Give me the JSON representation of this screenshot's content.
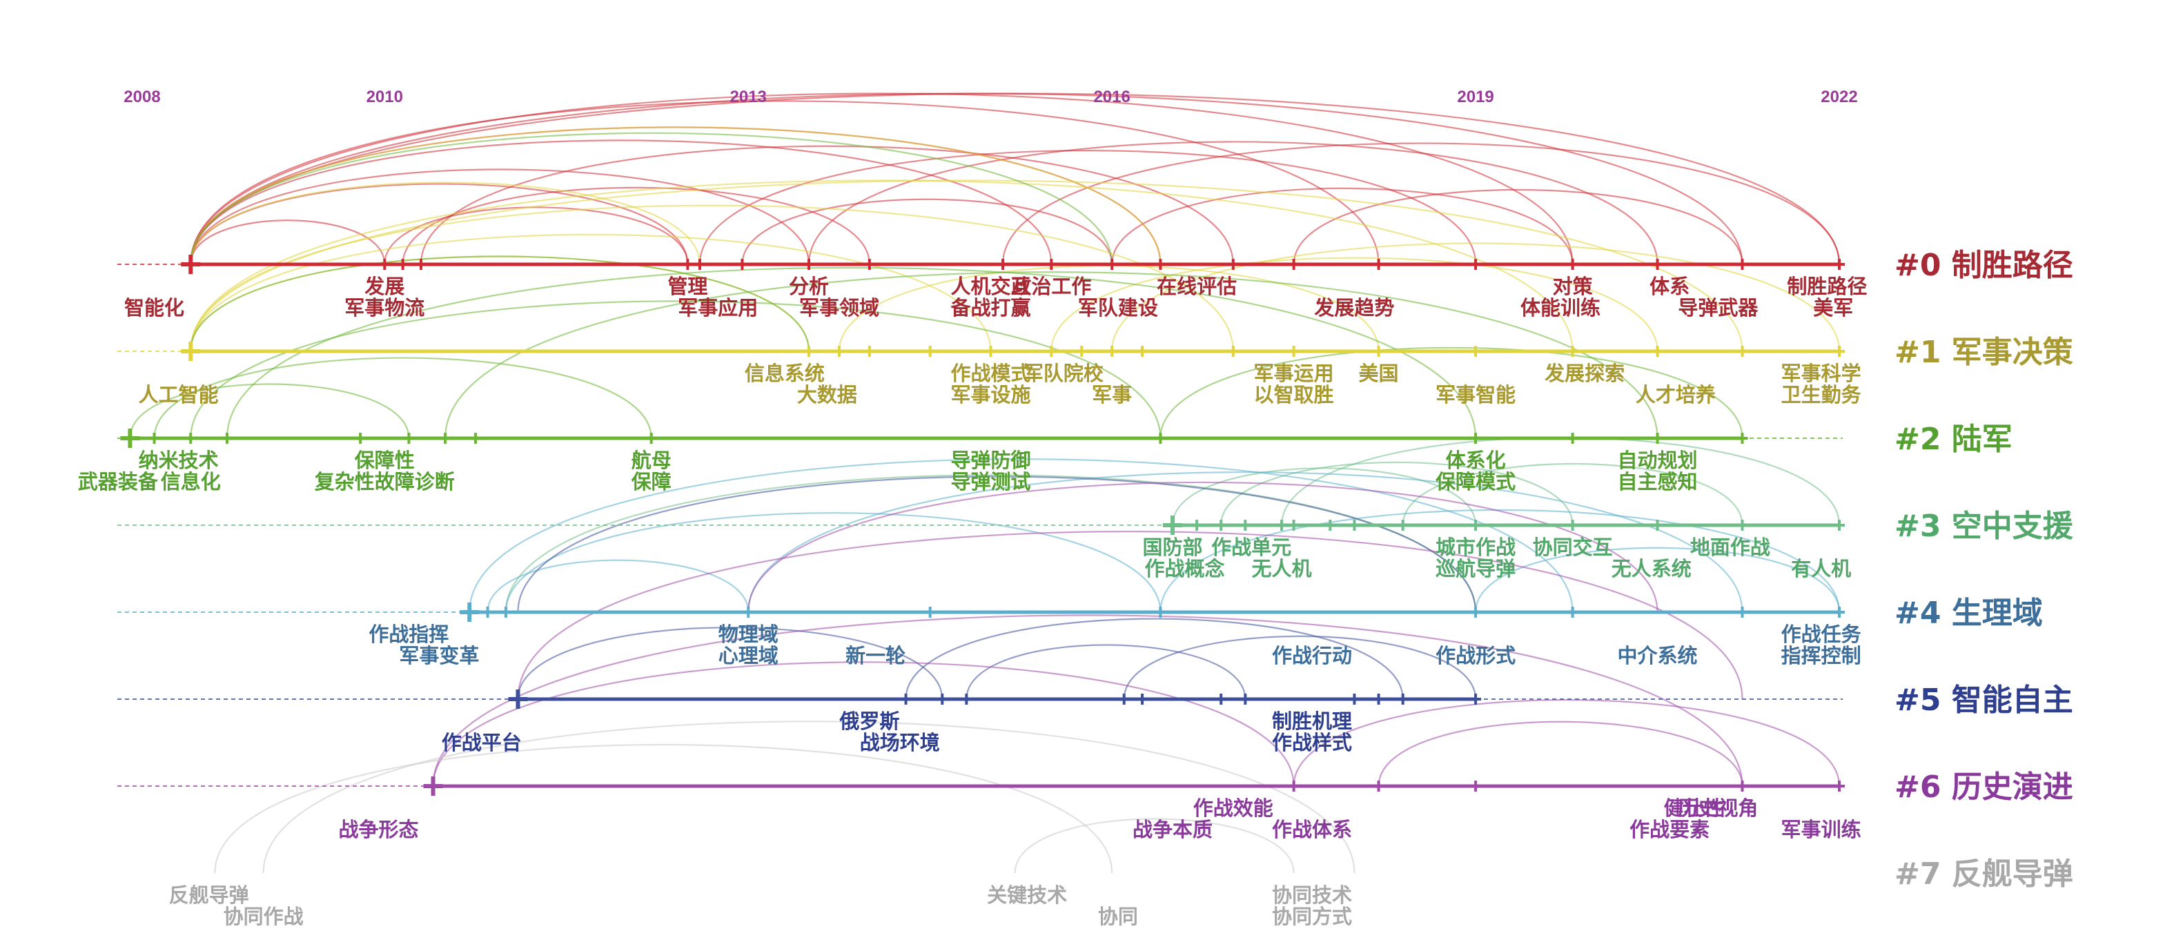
{
  "timeline": {
    "years": [
      {
        "year": 2008,
        "label": "2008"
      },
      {
        "year": 2010,
        "label": "2010"
      },
      {
        "year": 2013,
        "label": "2013"
      },
      {
        "year": 2016,
        "label": "2016"
      },
      {
        "year": 2019,
        "label": "2019"
      },
      {
        "year": 2022,
        "label": "2022"
      }
    ],
    "year_color": "#9b3a9b",
    "clusters": [
      {
        "id": 0,
        "label": "#0 制胜路径",
        "color": "#cf2a33",
        "label_color": "#a52a33",
        "start": 2008.4,
        "nodes": [
          2008.4,
          2010.0,
          2010.15,
          2010.3,
          2012.5,
          2012.6,
          2012.95,
          2013.5,
          2014.0,
          2015.1,
          2015.5,
          2016.0,
          2016.4,
          2017.0,
          2017.5,
          2018.2,
          2019.0,
          2019.8,
          2020.5,
          2021.2,
          2022.0
        ]
      },
      {
        "id": 1,
        "label": "#1 军事决策",
        "color": "#e0d43a",
        "label_color": "#a89a30",
        "start": 2008.4,
        "nodes": [
          2008.4,
          2013.5,
          2013.75,
          2014.0,
          2014.5,
          2015.0,
          2015.5,
          2015.75,
          2016.0,
          2016.25,
          2017.0,
          2017.5,
          2018.2,
          2019.0,
          2019.8,
          2020.5,
          2021.2,
          2022.0
        ]
      },
      {
        "id": 2,
        "label": "#2 陆军",
        "color": "#6ab532",
        "label_color": "#55a030",
        "start": 2007.9,
        "nodes": [
          2007.9,
          2008.1,
          2008.4,
          2008.7,
          2009.8,
          2010.2,
          2010.5,
          2010.75,
          2012.2,
          2016.4,
          2019.0,
          2019.8,
          2020.5,
          2021.2
        ]
      },
      {
        "id": 3,
        "label": "#3 空中支援",
        "color": "#6fbe8a",
        "label_color": "#52a86a",
        "start": 2016.5,
        "nodes": [
          2016.5,
          2016.7,
          2016.9,
          2017.1,
          2017.4,
          2017.5,
          2017.8,
          2018.0,
          2018.4,
          2019.0,
          2019.8,
          2020.5,
          2021.2,
          2022.0
        ]
      },
      {
        "id": 4,
        "label": "#4 生理域",
        "color": "#5aaecc",
        "label_color": "#3d6f9a",
        "start": 2010.7,
        "nodes": [
          2010.7,
          2010.85,
          2011.0,
          2013.0,
          2014.5,
          2016.4,
          2019.0,
          2019.8,
          2021.2,
          2022.0
        ]
      },
      {
        "id": 5,
        "label": "#5 智能自主",
        "color": "#3d4f9a",
        "label_color": "#2f3f8f",
        "start": 2011.1,
        "nodes": [
          2011.1,
          2014.3,
          2014.6,
          2014.8,
          2016.1,
          2016.25,
          2016.9,
          2017.1,
          2018.0,
          2018.2,
          2018.4,
          2019.0
        ]
      },
      {
        "id": 6,
        "label": "#6 历史演进",
        "color": "#a04aa8",
        "label_color": "#8a3a9a",
        "start": 2010.4,
        "nodes": [
          2010.4,
          2017.5,
          2018.2,
          2019.0,
          2021.2,
          2022.0
        ]
      },
      {
        "id": 7,
        "label": "#7 反舰导弹",
        "color": "#c8c8c8",
        "label_color": "#a8a8a8",
        "start": null,
        "nodes": []
      }
    ],
    "terms": [
      {
        "cluster": 0,
        "text": "智能化",
        "year": 2008.1,
        "row": 1
      },
      {
        "cluster": 0,
        "text": "发展",
        "year": 2010.0,
        "row": 0
      },
      {
        "cluster": 0,
        "text": "军事物流",
        "year": 2010.0,
        "row": 1
      },
      {
        "cluster": 0,
        "text": "管理",
        "year": 2012.5,
        "row": 0
      },
      {
        "cluster": 0,
        "text": "军事应用",
        "year": 2012.75,
        "row": 1
      },
      {
        "cluster": 0,
        "text": "分析",
        "year": 2013.5,
        "row": 0
      },
      {
        "cluster": 0,
        "text": "军事领域",
        "year": 2013.75,
        "row": 1
      },
      {
        "cluster": 0,
        "text": "人机交互",
        "year": 2015.0,
        "row": 0
      },
      {
        "cluster": 0,
        "text": "政治工作",
        "year": 2015.5,
        "row": 0
      },
      {
        "cluster": 0,
        "text": "备战打赢",
        "year": 2015.0,
        "row": 1
      },
      {
        "cluster": 0,
        "text": "军队建设",
        "year": 2016.05,
        "row": 1
      },
      {
        "cluster": 0,
        "text": "在线评估",
        "year": 2016.7,
        "row": 0
      },
      {
        "cluster": 0,
        "text": "发展趋势",
        "year": 2018.0,
        "row": 1
      },
      {
        "cluster": 0,
        "text": "对策",
        "year": 2019.8,
        "row": 0
      },
      {
        "cluster": 0,
        "text": "体能训练",
        "year": 2019.7,
        "row": 1
      },
      {
        "cluster": 0,
        "text": "体系",
        "year": 2020.6,
        "row": 0
      },
      {
        "cluster": 0,
        "text": "导弹武器",
        "year": 2021.0,
        "row": 1
      },
      {
        "cluster": 0,
        "text": "制胜路径",
        "year": 2021.9,
        "row": 0
      },
      {
        "cluster": 0,
        "text": "美军",
        "year": 2021.95,
        "row": 1
      },
      {
        "cluster": 1,
        "text": "人工智能",
        "year": 2008.3,
        "row": 1
      },
      {
        "cluster": 1,
        "text": "信息系统",
        "year": 2013.3,
        "row": 0
      },
      {
        "cluster": 1,
        "text": "大数据",
        "year": 2013.65,
        "row": 1
      },
      {
        "cluster": 1,
        "text": "作战模式",
        "year": 2015.0,
        "row": 0
      },
      {
        "cluster": 1,
        "text": "军队院校",
        "year": 2015.6,
        "row": 0
      },
      {
        "cluster": 1,
        "text": "军事设施",
        "year": 2015.0,
        "row": 1
      },
      {
        "cluster": 1,
        "text": "军事",
        "year": 2016.0,
        "row": 1
      },
      {
        "cluster": 1,
        "text": "军事运用",
        "year": 2017.5,
        "row": 0
      },
      {
        "cluster": 1,
        "text": "美国",
        "year": 2018.2,
        "row": 0
      },
      {
        "cluster": 1,
        "text": "以智取胜",
        "year": 2017.5,
        "row": 1
      },
      {
        "cluster": 1,
        "text": "军事智能",
        "year": 2019.0,
        "row": 1
      },
      {
        "cluster": 1,
        "text": "发展探索",
        "year": 2019.9,
        "row": 0
      },
      {
        "cluster": 1,
        "text": "人才培养",
        "year": 2020.65,
        "row": 1
      },
      {
        "cluster": 1,
        "text": "军事科学",
        "year": 2021.85,
        "row": 0
      },
      {
        "cluster": 1,
        "text": "卫生勤务",
        "year": 2021.85,
        "row": 1
      },
      {
        "cluster": 2,
        "text": "纳米技术",
        "year": 2008.3,
        "row": 0
      },
      {
        "cluster": 2,
        "text": "武器装备",
        "year": 2007.8,
        "row": 1
      },
      {
        "cluster": 2,
        "text": "信息化",
        "year": 2008.4,
        "row": 1
      },
      {
        "cluster": 2,
        "text": "保障性",
        "year": 2010.0,
        "row": 0
      },
      {
        "cluster": 2,
        "text": "复杂性故障诊断",
        "year": 2010.0,
        "row": 1
      },
      {
        "cluster": 2,
        "text": "航母",
        "year": 2012.2,
        "row": 0
      },
      {
        "cluster": 2,
        "text": "保障",
        "year": 2012.2,
        "row": 1
      },
      {
        "cluster": 2,
        "text": "导弹防御",
        "year": 2015.0,
        "row": 0
      },
      {
        "cluster": 2,
        "text": "导弹测试",
        "year": 2015.0,
        "row": 1
      },
      {
        "cluster": 2,
        "text": "体系化",
        "year": 2019.0,
        "row": 0
      },
      {
        "cluster": 2,
        "text": "保障模式",
        "year": 2019.0,
        "row": 1
      },
      {
        "cluster": 2,
        "text": "自动规划",
        "year": 2020.5,
        "row": 0
      },
      {
        "cluster": 2,
        "text": "自主感知",
        "year": 2020.5,
        "row": 1
      },
      {
        "cluster": 3,
        "text": "国防部",
        "year": 2016.5,
        "row": 0
      },
      {
        "cluster": 3,
        "text": "作战单元",
        "year": 2017.15,
        "row": 0
      },
      {
        "cluster": 3,
        "text": "作战概念",
        "year": 2016.6,
        "row": 1
      },
      {
        "cluster": 3,
        "text": "无人机",
        "year": 2017.4,
        "row": 1
      },
      {
        "cluster": 3,
        "text": "城市作战",
        "year": 2019.0,
        "row": 0
      },
      {
        "cluster": 3,
        "text": "协同交互",
        "year": 2019.8,
        "row": 0
      },
      {
        "cluster": 3,
        "text": "巡航导弹",
        "year": 2019.0,
        "row": 1
      },
      {
        "cluster": 3,
        "text": "无人系统",
        "year": 2020.45,
        "row": 1
      },
      {
        "cluster": 3,
        "text": "地面作战",
        "year": 2021.1,
        "row": 0
      },
      {
        "cluster": 3,
        "text": "有人机",
        "year": 2021.85,
        "row": 1
      },
      {
        "cluster": 4,
        "text": "作战指挥",
        "year": 2010.2,
        "row": 0
      },
      {
        "cluster": 4,
        "text": "军事变革",
        "year": 2010.45,
        "row": 1
      },
      {
        "cluster": 4,
        "text": "物理域",
        "year": 2013.0,
        "row": 0
      },
      {
        "cluster": 4,
        "text": "心理域",
        "year": 2013.0,
        "row": 1
      },
      {
        "cluster": 4,
        "text": "新一轮",
        "year": 2014.05,
        "row": 1
      },
      {
        "cluster": 4,
        "text": "作战行动",
        "year": 2017.65,
        "row": 1
      },
      {
        "cluster": 4,
        "text": "作战形式",
        "year": 2019.0,
        "row": 1
      },
      {
        "cluster": 4,
        "text": "中介系统",
        "year": 2020.5,
        "row": 1
      },
      {
        "cluster": 4,
        "text": "作战任务",
        "year": 2021.85,
        "row": 0
      },
      {
        "cluster": 4,
        "text": "指挥控制",
        "year": 2021.85,
        "row": 1
      },
      {
        "cluster": 5,
        "text": "作战平台",
        "year": 2010.8,
        "row": 1
      },
      {
        "cluster": 5,
        "text": "俄罗斯",
        "year": 2014.0,
        "row": 0
      },
      {
        "cluster": 5,
        "text": "战场环境",
        "year": 2014.25,
        "row": 1
      },
      {
        "cluster": 5,
        "text": "制胜机理",
        "year": 2017.65,
        "row": 0
      },
      {
        "cluster": 5,
        "text": "作战样式",
        "year": 2017.65,
        "row": 1
      },
      {
        "cluster": 6,
        "text": "战争形态",
        "year": 2009.95,
        "row": 1
      },
      {
        "cluster": 6,
        "text": "作战效能",
        "year": 2017.0,
        "row": 0
      },
      {
        "cluster": 6,
        "text": "战争本质",
        "year": 2016.5,
        "row": 1
      },
      {
        "cluster": 6,
        "text": "作战体系",
        "year": 2017.65,
        "row": 1
      },
      {
        "cluster": 6,
        "text": "健壮性",
        "year": 2020.8,
        "row": 0
      },
      {
        "cluster": 6,
        "text": "作战要素",
        "year": 2020.6,
        "row": 1
      },
      {
        "cluster": 6,
        "text": "历史视角",
        "year": 2021.0,
        "row": 0
      },
      {
        "cluster": 6,
        "text": "军事训练",
        "year": 2021.85,
        "row": 1
      },
      {
        "cluster": 7,
        "text": "反舰导弹",
        "year": 2008.55,
        "row": 0
      },
      {
        "cluster": 7,
        "text": "协同作战",
        "year": 2009.0,
        "row": 1
      },
      {
        "cluster": 7,
        "text": "关键技术",
        "year": 2015.3,
        "row": 0
      },
      {
        "cluster": 7,
        "text": "协同",
        "year": 2016.05,
        "row": 1
      },
      {
        "cluster": 7,
        "text": "协同技术",
        "year": 2017.65,
        "row": 0
      },
      {
        "cluster": 7,
        "text": "协同方式",
        "year": 2017.65,
        "row": 1
      }
    ],
    "links": [
      {
        "cluster": 0,
        "from": 2008.4,
        "to": 2010.0,
        "lane": 0
      },
      {
        "cluster": 0,
        "from": 2008.4,
        "to": 2012.5,
        "lane": 0
      },
      {
        "cluster": 0,
        "from": 2008.4,
        "to": 2013.5,
        "lane": 0
      },
      {
        "cluster": 0,
        "from": 2008.4,
        "to": 2015.5,
        "lane": 0
      },
      {
        "cluster": 0,
        "from": 2008.4,
        "to": 2016.4,
        "lane": 0
      },
      {
        "cluster": 0,
        "from": 2008.4,
        "to": 2018.2,
        "lane": 0
      },
      {
        "cluster": 0,
        "from": 2008.4,
        "to": 2019.8,
        "lane": 0
      },
      {
        "cluster": 0,
        "from": 2008.4,
        "to": 2021.2,
        "lane": 0
      },
      {
        "cluster": 0,
        "from": 2008.4,
        "to": 2022.0,
        "lane": 0
      },
      {
        "cluster": 0,
        "from": 2010.15,
        "to": 2014.0,
        "lane": 0
      },
      {
        "cluster": 0,
        "from": 2010.3,
        "to": 2017.0,
        "lane": 0
      },
      {
        "cluster": 0,
        "from": 2012.6,
        "to": 2019.0,
        "lane": 0
      },
      {
        "cluster": 0,
        "from": 2012.95,
        "to": 2016.0,
        "lane": 0
      },
      {
        "cluster": 0,
        "from": 2013.5,
        "to": 2020.5,
        "lane": 0
      },
      {
        "cluster": 0,
        "from": 2015.1,
        "to": 2022.0,
        "lane": 0
      },
      {
        "cluster": 0,
        "from": 2017.5,
        "to": 2021.2,
        "lane": 0
      },
      {
        "cluster": 0,
        "from": 2010.0,
        "to": 2012.5,
        "lane": 0
      },
      {
        "cluster": 0,
        "from": 2016.0,
        "to": 2019.8,
        "lane": 0
      },
      {
        "cluster": 1,
        "from": 2008.4,
        "to": 2013.5,
        "lane": 1
      },
      {
        "cluster": 1,
        "from": 2008.4,
        "to": 2015.0,
        "lane": 1
      },
      {
        "cluster": 1,
        "from": 2008.4,
        "to": 2017.0,
        "lane": 1
      },
      {
        "cluster": 1,
        "from": 2008.4,
        "to": 2019.8,
        "lane": 1
      },
      {
        "cluster": 1,
        "from": 2008.4,
        "to": 2021.2,
        "lane": 1
      },
      {
        "cluster": 1,
        "from": 2013.75,
        "to": 2018.2,
        "lane": 1
      },
      {
        "cluster": 1,
        "from": 2015.5,
        "to": 2020.5,
        "lane": 1
      },
      {
        "cluster": 1,
        "from": 2016.0,
        "to": 2022.0,
        "lane": 1
      },
      {
        "cluster": 1,
        "from": 2008.4,
        "to": 2012.6,
        "lane": 0
      },
      {
        "cluster": 1,
        "from": 2008.4,
        "to": 2016.4,
        "lane": 0
      },
      {
        "cluster": 2,
        "from": 2007.9,
        "to": 2010.2,
        "lane": 2
      },
      {
        "cluster": 2,
        "from": 2008.1,
        "to": 2012.2,
        "lane": 2
      },
      {
        "cluster": 2,
        "from": 2008.4,
        "to": 2016.4,
        "lane": 2
      },
      {
        "cluster": 2,
        "from": 2008.7,
        "to": 2019.0,
        "lane": 2
      },
      {
        "cluster": 2,
        "from": 2010.5,
        "to": 2020.5,
        "lane": 2
      },
      {
        "cluster": 2,
        "from": 2016.4,
        "to": 2021.2,
        "lane": 2
      },
      {
        "cluster": 2,
        "from": 2008.4,
        "to": 2013.5,
        "lane": 1
      },
      {
        "cluster": 2,
        "from": 2008.4,
        "to": 2016.0,
        "lane": 0
      },
      {
        "cluster": 3,
        "from": 2016.9,
        "to": 2019.8,
        "lane": 3
      },
      {
        "cluster": 3,
        "from": 2017.4,
        "to": 2022.0,
        "lane": 3
      },
      {
        "cluster": 3,
        "from": 2018.4,
        "to": 2021.2,
        "lane": 3
      },
      {
        "cluster": 3,
        "from": 2016.5,
        "to": 2019.0,
        "lane": 3
      },
      {
        "cluster": 3,
        "from": 2011.0,
        "to": 2019.0,
        "lane": 4
      },
      {
        "cluster": 4,
        "from": 2010.85,
        "to": 2013.0,
        "lane": 4
      },
      {
        "cluster": 4,
        "from": 2011.0,
        "to": 2016.4,
        "lane": 4
      },
      {
        "cluster": 4,
        "from": 2013.0,
        "to": 2021.2,
        "lane": 4
      },
      {
        "cluster": 4,
        "from": 2016.4,
        "to": 2022.0,
        "lane": 4
      },
      {
        "cluster": 4,
        "from": 2019.0,
        "to": 2022.0,
        "lane": 4
      },
      {
        "cluster": 4,
        "from": 2010.7,
        "to": 2019.8,
        "lane": 4
      },
      {
        "cluster": 5,
        "from": 2011.1,
        "to": 2014.6,
        "lane": 5
      },
      {
        "cluster": 5,
        "from": 2014.3,
        "to": 2018.4,
        "lane": 5
      },
      {
        "cluster": 5,
        "from": 2016.1,
        "to": 2019.0,
        "lane": 5
      },
      {
        "cluster": 5,
        "from": 2011.1,
        "to": 2019.0,
        "lane": 4
      },
      {
        "cluster": 5,
        "from": 2014.8,
        "to": 2017.1,
        "lane": 5
      },
      {
        "cluster": 6,
        "from": 2010.4,
        "to": 2017.5,
        "lane": 6
      },
      {
        "cluster": 6,
        "from": 2010.4,
        "to": 2021.2,
        "lane": 6
      },
      {
        "cluster": 6,
        "from": 2017.5,
        "to": 2022.0,
        "lane": 6
      },
      {
        "cluster": 6,
        "from": 2018.2,
        "to": 2021.2,
        "lane": 6
      },
      {
        "cluster": 6,
        "from": 2011.1,
        "to": 2021.2,
        "lane": 5
      },
      {
        "cluster": 6,
        "from": 2013.0,
        "to": 2020.5,
        "lane": 4
      },
      {
        "cluster": 7,
        "from": 2008.6,
        "to": 2016.0,
        "lane": 7
      },
      {
        "cluster": 7,
        "from": 2009.0,
        "to": 2018.0,
        "lane": 7
      },
      {
        "cluster": 7,
        "from": 2015.2,
        "to": 2017.5,
        "lane": 7
      }
    ]
  }
}
